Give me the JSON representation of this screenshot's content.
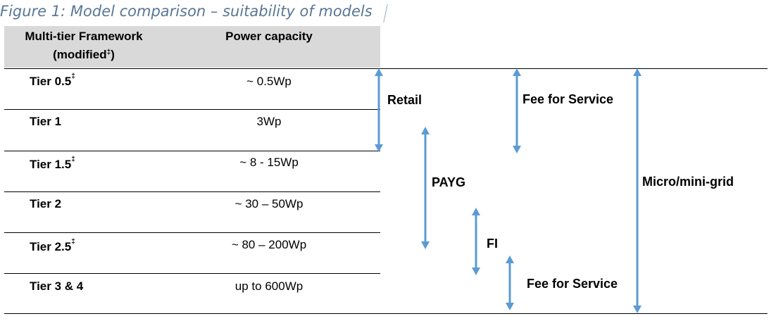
{
  "caption": "Figure 1: Model comparison – suitability of models",
  "headers": {
    "col1_line1": "Multi-tier Framework",
    "col1_line2": "(modified",
    "col1_dagger": "‡",
    "col1_close": ")",
    "col2": "Power capacity"
  },
  "rows": [
    {
      "tier": "Tier 0.5",
      "mark": "‡",
      "capacity": "~ 0.5Wp"
    },
    {
      "tier": "Tier 1",
      "mark": "",
      "capacity": "3Wp"
    },
    {
      "tier": "Tier 1.5",
      "mark": "‡",
      "capacity": "~ 8 - 15Wp"
    },
    {
      "tier": "Tier 2",
      "mark": "",
      "capacity": "~ 30 – 50Wp"
    },
    {
      "tier": "Tier 2.5",
      "mark": "‡",
      "capacity": "~ 80 – 200Wp"
    },
    {
      "tier": "Tier 3 & 4",
      "mark": "",
      "capacity": "up to 600Wp"
    }
  ],
  "models": [
    {
      "label": "Retail",
      "from_tier": "Tier 0.5",
      "to_tier": "Tier 1"
    },
    {
      "label": "Fee for Service",
      "from_tier": "Tier 0.5",
      "to_tier": "Tier 1"
    },
    {
      "label": "PAYG",
      "from_tier": "Tier 1",
      "to_tier": "Tier 2.5"
    },
    {
      "label": "FI",
      "from_tier": "Tier 2",
      "to_tier": "Tier 3 & 4"
    },
    {
      "label": "Fee for Service",
      "from_tier": "Tier 2.5",
      "to_tier": "Tier 3 & 4"
    },
    {
      "label": "Micro/mini-grid",
      "from_tier": "Tier 0.5",
      "to_tier": "Tier 3 & 4"
    }
  ],
  "colors": {
    "arrow": "#5b9bd5",
    "header_bg": "#d9d9d9",
    "caption": "#5a7795"
  }
}
